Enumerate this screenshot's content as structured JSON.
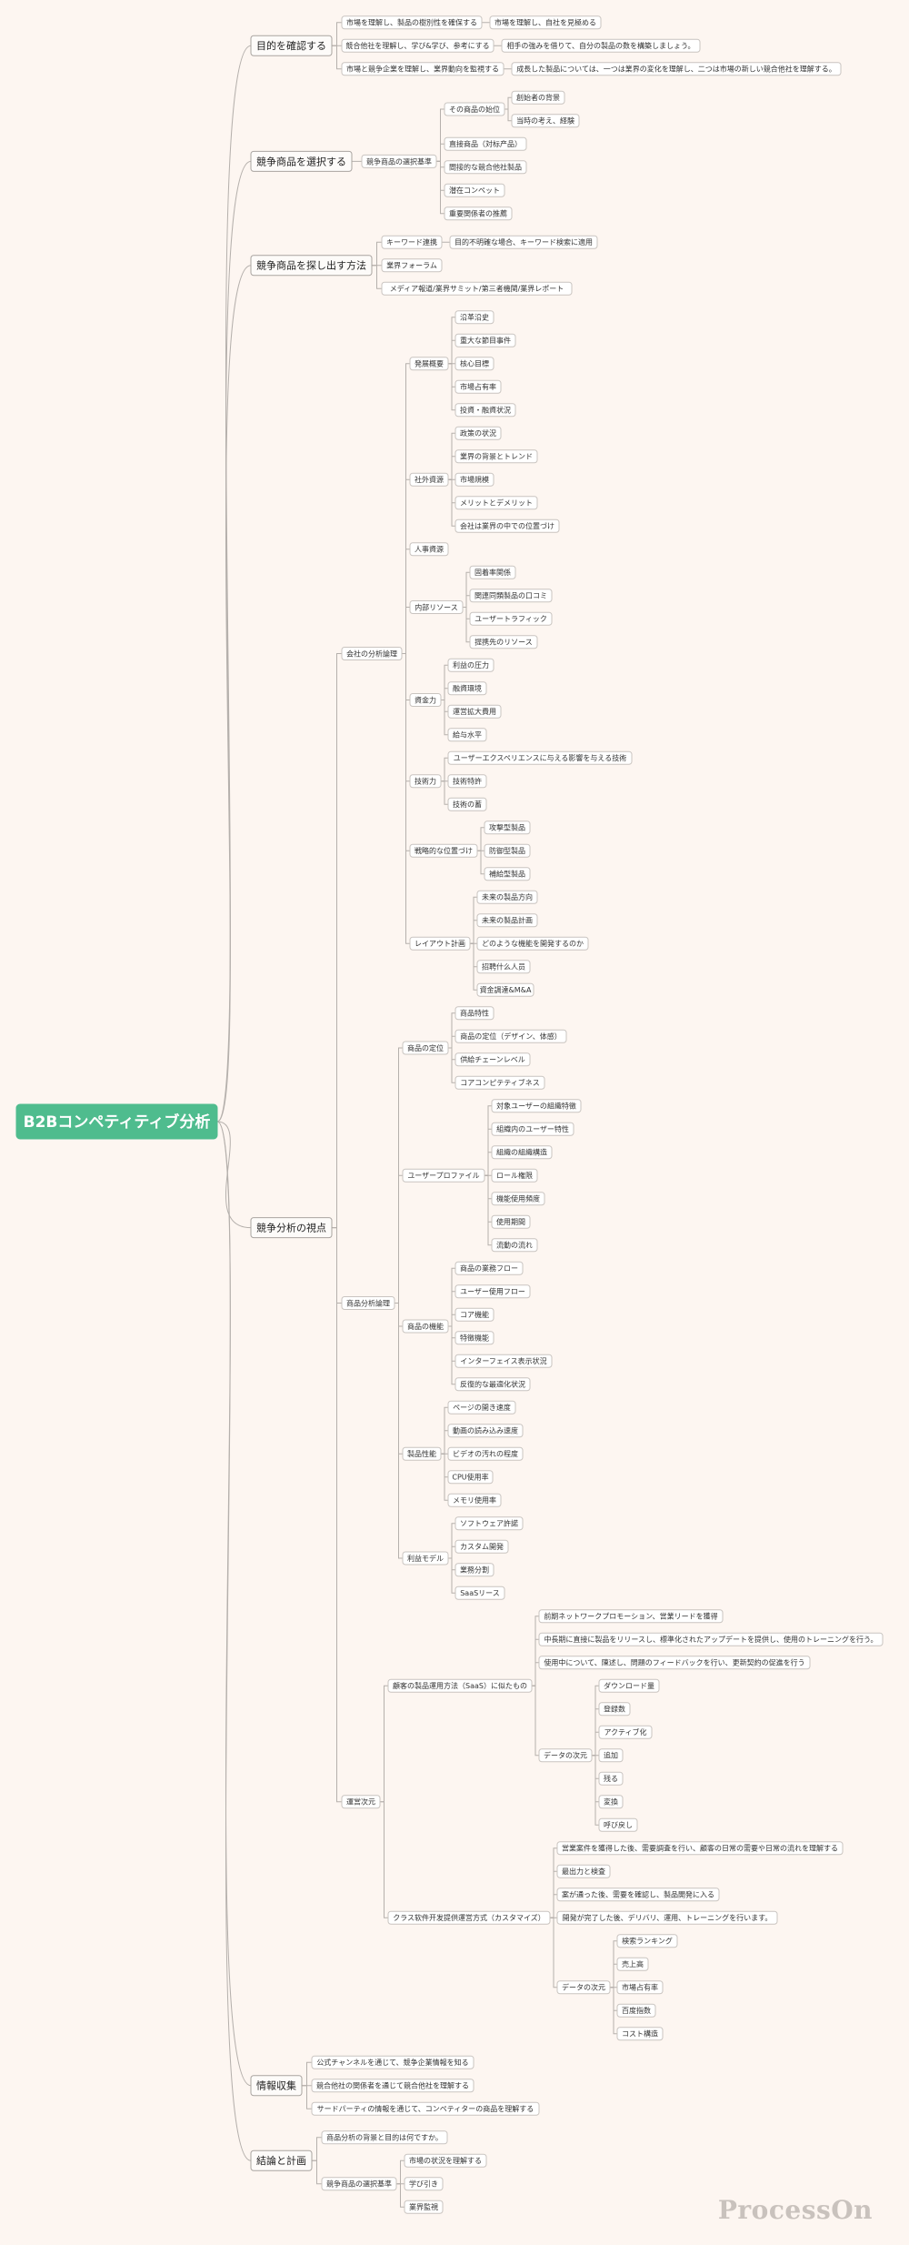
{
  "watermark": "ProcessOn",
  "colors": {
    "root_fill": "#4fbc8e",
    "background": "#fdf6f1",
    "line": "#b5b0ac"
  },
  "mindmap": {
    "text": "B2Bコンペティティブ分析",
    "children": [
      {
        "text": "目的を確認する",
        "children": [
          {
            "text": "市場を理解し、製品の樹別性を確保する",
            "children": [
              {
                "text": "市場を理解し、自社を見極める"
              }
            ]
          },
          {
            "text": "競合他社を理解し、学び&学び、参考にする",
            "children": [
              {
                "text": "相手の強みを借りて、自分の製品の数を構築しましょう。"
              }
            ]
          },
          {
            "text": "市場と競争企業を理解し、業界動向を監視する",
            "children": [
              {
                "text": "成長した製品については、一つは業界の変化を理解し、二つは市場の新しい競合他社を理解する。"
              }
            ]
          }
        ]
      },
      {
        "text": "競争商品を選択する",
        "children": [
          {
            "text": "競争商品の選択基準",
            "children": [
              {
                "text": "その商品の始位",
                "children": [
                  {
                    "text": "創始者の背景"
                  },
                  {
                    "text": "当時の考え、経験"
                  }
                ]
              },
              {
                "text": "直接商品（対标产品）"
              },
              {
                "text": "間接的な競合他社製品"
              },
              {
                "text": "潜在コンペット"
              },
              {
                "text": "重要関係者の推薦"
              }
            ]
          }
        ]
      },
      {
        "text": "競争商品を探し出す方法",
        "children": [
          {
            "text": "キーワード連携",
            "children": [
              {
                "text": "目的不明確な場合、キーワード検索に適用"
              }
            ]
          },
          {
            "text": "業界フォーラム"
          },
          {
            "text": "メディア報道/業界サミット/第三者機関/業界レポート"
          }
        ]
      },
      {
        "text": "競争分析の視点",
        "children": [
          {
            "text": "会社の分析論理",
            "children": [
              {
                "text": "発展概要",
                "children": [
                  {
                    "text": "沿革沿史"
                  },
                  {
                    "text": "重大な節目事件"
                  },
                  {
                    "text": "核心目標"
                  },
                  {
                    "text": "市場占有率"
                  },
                  {
                    "text": "投資・融資状況"
                  }
                ]
              },
              {
                "text": "社外資源",
                "children": [
                  {
                    "text": "政策の状況"
                  },
                  {
                    "text": "業界の背景とトレンド"
                  },
                  {
                    "text": "市場規模"
                  },
                  {
                    "text": "メリットとデメリット"
                  },
                  {
                    "text": "会社は業界の中での位置づけ"
                  }
                ]
              },
              {
                "text": "人事資源"
              },
              {
                "text": "内部リソース",
                "children": [
                  {
                    "text": "固着率関係"
                  },
                  {
                    "text": "関連同類製品の口コミ"
                  },
                  {
                    "text": "ユーザートラフィック"
                  },
                  {
                    "text": "提携先のリソース"
                  }
                ]
              },
              {
                "text": "資金力",
                "children": [
                  {
                    "text": "利益の圧力"
                  },
                  {
                    "text": "融資環境"
                  },
                  {
                    "text": "運営拡大費用"
                  },
                  {
                    "text": "給与水平"
                  }
                ]
              },
              {
                "text": "技術力",
                "children": [
                  {
                    "text": "ユーザーエクスペリエンスに与える影響を与える技術"
                  },
                  {
                    "text": "技術特許"
                  },
                  {
                    "text": "技術の蓄"
                  }
                ]
              },
              {
                "text": "戦略的な位置づけ",
                "children": [
                  {
                    "text": "攻撃型製品"
                  },
                  {
                    "text": "防御型製品"
                  },
                  {
                    "text": "補給型製品"
                  }
                ]
              },
              {
                "text": "レイアウト計画",
                "children": [
                  {
                    "text": "未来の製品方向"
                  },
                  {
                    "text": "未来の製品計画"
                  },
                  {
                    "text": "どのような機能を開発するのか"
                  },
                  {
                    "text": "招聘什么人员"
                  },
                  {
                    "text": "資金調達&M&A"
                  }
                ]
              }
            ]
          },
          {
            "text": "商品分析論理",
            "children": [
              {
                "text": "商品の定位",
                "children": [
                  {
                    "text": "商品特性"
                  },
                  {
                    "text": "商品の定位（デザイン、体感）"
                  },
                  {
                    "text": "供給チェーンレベル"
                  },
                  {
                    "text": "コアコンピテティブネス"
                  }
                ]
              },
              {
                "text": "ユーザープロファイル",
                "children": [
                  {
                    "text": "対象ユーザーの組織特徴"
                  },
                  {
                    "text": "組織内のユーザー特性"
                  },
                  {
                    "text": "組織の組織構造"
                  },
                  {
                    "text": "ロール権限"
                  },
                  {
                    "text": "機能使用頻度"
                  },
                  {
                    "text": "使用期間"
                  },
                  {
                    "text": "流動の流れ"
                  }
                ]
              },
              {
                "text": "商品の機能",
                "children": [
                  {
                    "text": "商品の業務フロー"
                  },
                  {
                    "text": "ユーザー使用フロー"
                  },
                  {
                    "text": "コア機能"
                  },
                  {
                    "text": "特徴機能"
                  },
                  {
                    "text": "インターフェイス表示状況"
                  },
                  {
                    "text": "反復的な最適化状況"
                  }
                ]
              },
              {
                "text": "製品性能",
                "children": [
                  {
                    "text": "ページの開き速度"
                  },
                  {
                    "text": "動画の読み込み速度"
                  },
                  {
                    "text": "ビデオの汚れの程度"
                  },
                  {
                    "text": "CPU使用率"
                  },
                  {
                    "text": "メモリ使用率"
                  }
                ]
              },
              {
                "text": "利益モデル",
                "children": [
                  {
                    "text": "ソフトウェア許諾"
                  },
                  {
                    "text": "カスタム開発"
                  },
                  {
                    "text": "業務分割"
                  },
                  {
                    "text": "SaaSリース"
                  }
                ]
              }
            ]
          },
          {
            "text": "運営次元",
            "children": [
              {
                "text": "顧客の製品運用方法（SaaS）に似たもの",
                "children": [
                  {
                    "text": "前期ネットワークプロモーション、営業リードを獲得"
                  },
                  {
                    "text": "中長期に直接に製品をリリースし、標準化されたアップデートを提供し、使用のトレーニングを行う。"
                  },
                  {
                    "text": "使用中について、陳述し、問題のフィードバックを行い、更新契約の促進を行う"
                  },
                  {
                    "text": "データの次元",
                    "children": [
                      {
                        "text": "ダウンロード量"
                      },
                      {
                        "text": "登録数"
                      },
                      {
                        "text": "アクティブ化"
                      },
                      {
                        "text": "追加"
                      },
                      {
                        "text": "残る"
                      },
                      {
                        "text": "変換"
                      },
                      {
                        "text": "呼び戻し"
                      }
                    ]
                  }
                ]
              },
              {
                "text": "クラス软件开发提供運営方式（カスタマイズ）",
                "children": [
                  {
                    "text": "営業案件を獲得した後、需要調査を行い、顧客の日常の需要や日常の流れを理解する"
                  },
                  {
                    "text": "最出力と検査"
                  },
                  {
                    "text": "案が通った後、需要を確認し、製品開発に入る"
                  },
                  {
                    "text": "開発が完了した後、デリバリ、運用、トレーニングを行います。"
                  },
                  {
                    "text": "データの次元",
                    "children": [
                      {
                        "text": "検索ランキング"
                      },
                      {
                        "text": "売上高"
                      },
                      {
                        "text": "市場占有率"
                      },
                      {
                        "text": "百度指数"
                      },
                      {
                        "text": "コスト構造"
                      }
                    ]
                  }
                ]
              }
            ]
          }
        ]
      },
      {
        "text": "情報収集",
        "children": [
          {
            "text": "公式チャンネルを通じて、競争企業情報を知る"
          },
          {
            "text": "競合他社の関係者を通じて競合他社を理解する"
          },
          {
            "text": "サードパーティの情報を通じて、コンペティターの商品を理解する"
          }
        ]
      },
      {
        "text": "結論と計画",
        "children": [
          {
            "text": "商品分析の背景と目的は何ですか。"
          },
          {
            "text": "競争商品の選択基準",
            "children": [
              {
                "text": "市場の状況を理解する"
              },
              {
                "text": "学び引き"
              },
              {
                "text": "業界監視"
              }
            ]
          }
        ]
      }
    ]
  }
}
